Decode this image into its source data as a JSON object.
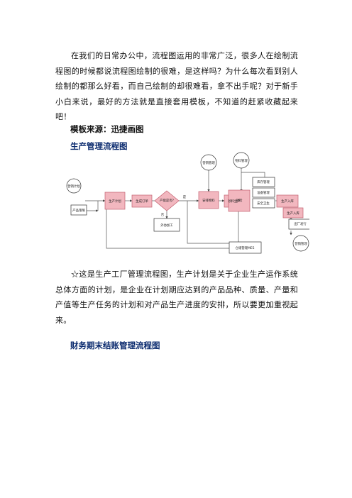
{
  "intro": "在我们的日常办公中，流程图运用的非常广泛，很多人在绘制流程图的时候都说流程图绘制的很难，是这样吗？为什么每次看到别人绘制的都那么好看，而自己绘制的却很难看，拿不出手呢？对于新手小白来说，最好的方法就是直接套用模板，不知道的赶紧收藏起来吧！",
  "source_label": "模板来源：迅捷画图",
  "section1_title": "生产管理流程图",
  "diagram": {
    "nodes": {
      "n1": "营销计划",
      "n2": "产品策略",
      "n3": "生产计划",
      "n4": "生成订单",
      "n5": "产能是否?",
      "n6": "外协加工",
      "n7": "营销管理",
      "n8": "安排物料",
      "n9": "物料管理",
      "n10": "领料生产",
      "n11": "质检",
      "n12": "库存管理",
      "n13": "设备管理",
      "n14": "安全卫生",
      "n15": "生产入库",
      "n16": "生产入库",
      "n17": "出厂发行",
      "n18": "营销管理",
      "n19": "仓储管理MES"
    },
    "labels": {
      "yes": "是",
      "no": "否"
    }
  },
  "caption": "☆这是生产工厂管理流程图，生产计划是关于企业生产运作系统总体方面的计划，是企业在计划期应达到的产品品种、质量、产量和产值等生产任务的计划和对产品生产进度的安排，所以要更加重视起来。",
  "section2_title": "财务期末结账管理流程图"
}
